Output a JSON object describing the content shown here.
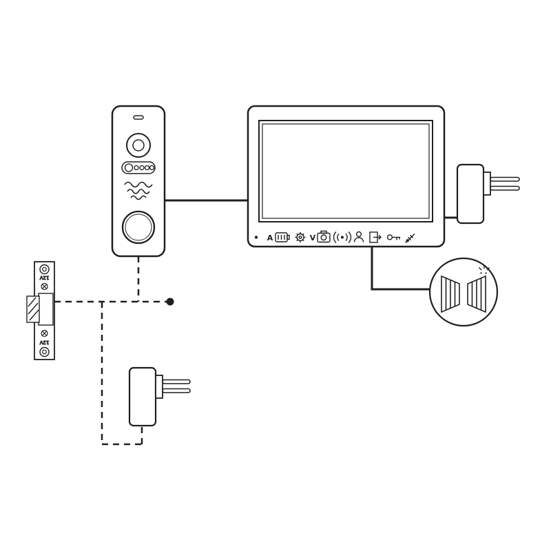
{
  "meta": {
    "type": "wiring-diagram",
    "subject": "video door intercom installation scheme"
  },
  "colors": {
    "background": "#ffffff",
    "line": "#1f1f1f"
  },
  "monitor": {
    "button_labels": {
      "a": "A",
      "v": "V"
    },
    "icons": [
      "power-led",
      "battery",
      "settings-gear",
      "camera",
      "intercom-signal",
      "person",
      "door-open",
      "key-unlock",
      "adjust-arrow"
    ]
  },
  "door_strike": {
    "label_top": "12V",
    "label_bottom": "12V"
  }
}
